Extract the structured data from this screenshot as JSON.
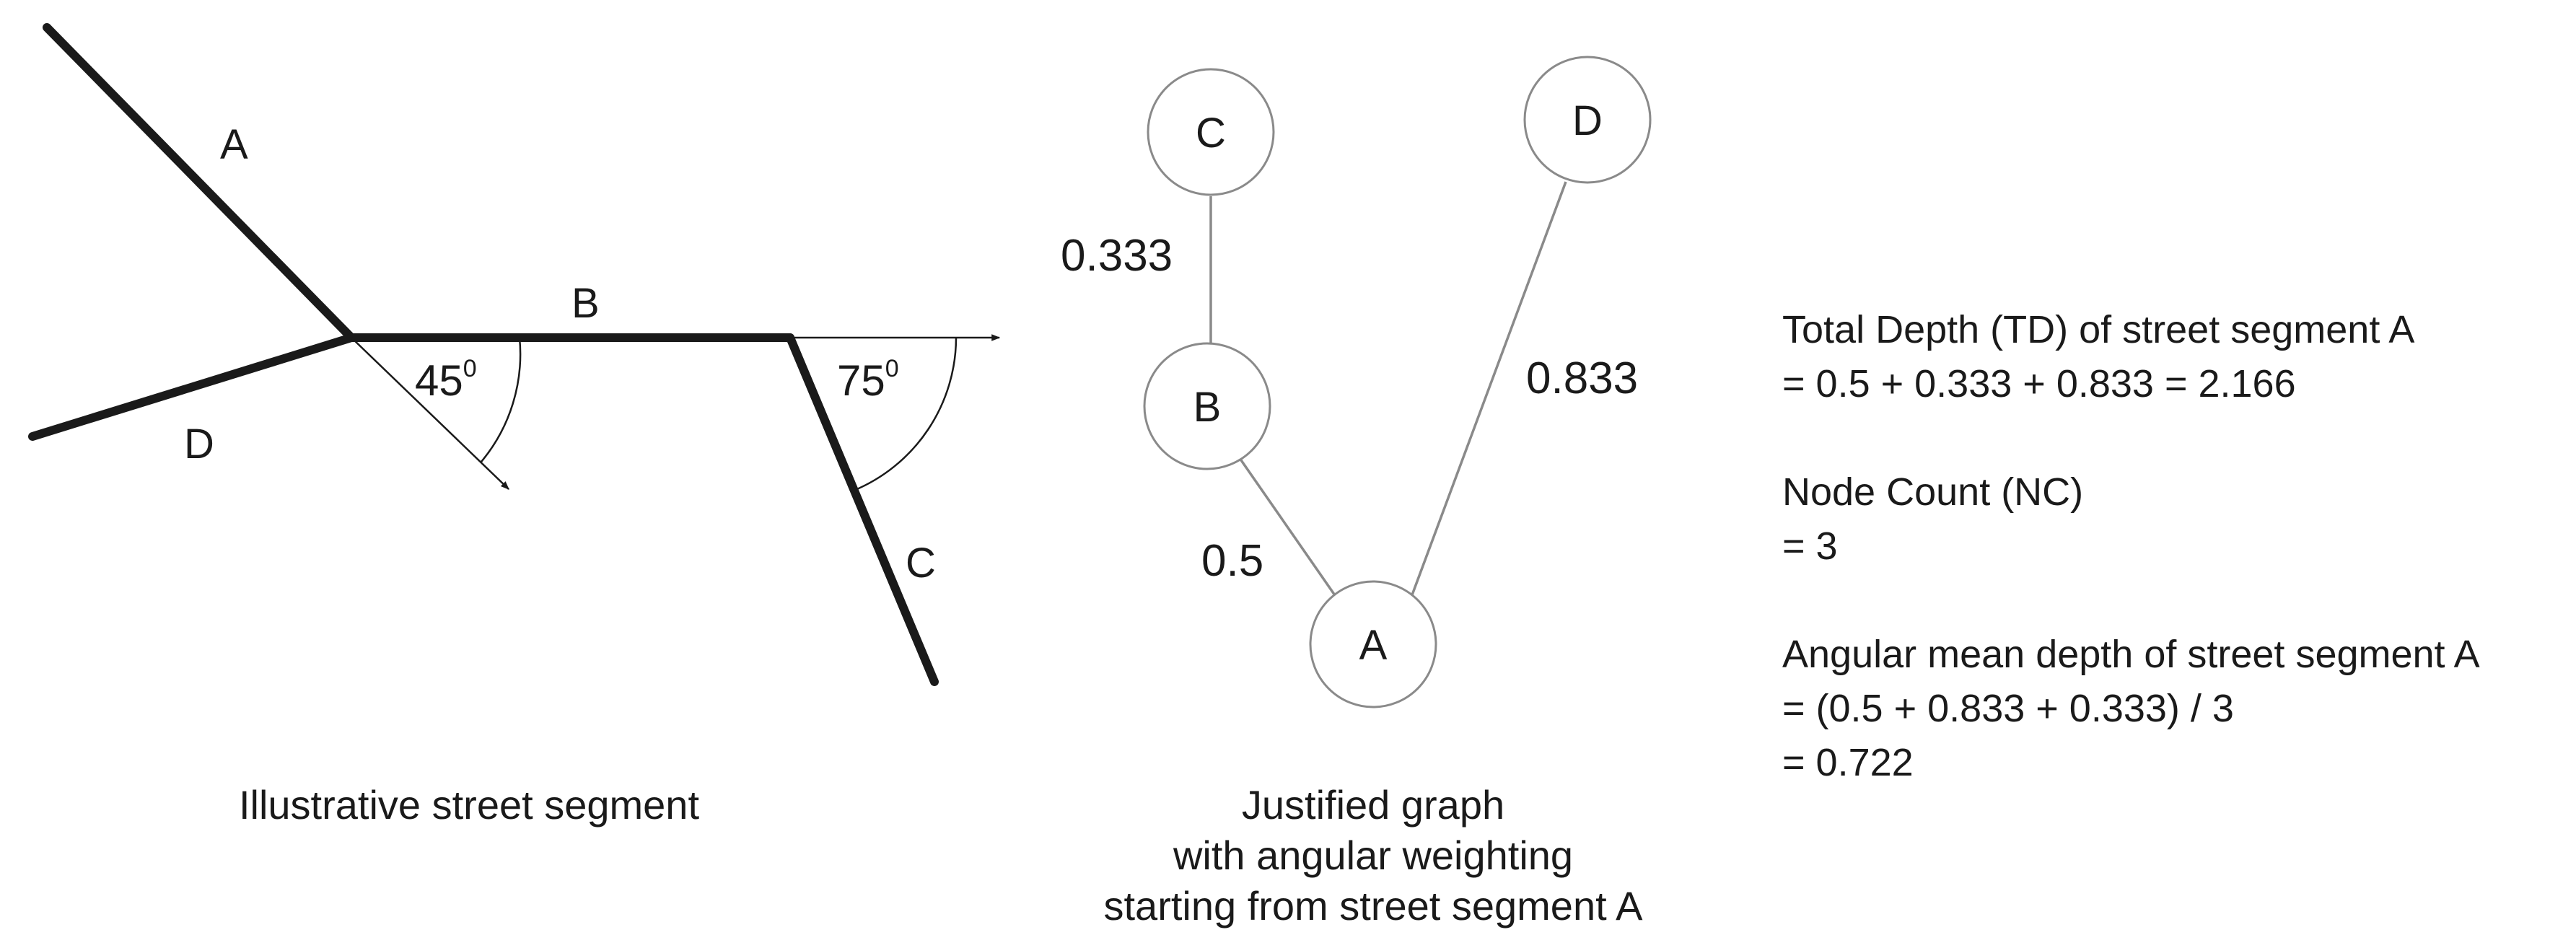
{
  "street_diagram": {
    "segment_labels": {
      "a": "A",
      "b": "B",
      "c": "C",
      "d": "D"
    },
    "angle_ab": {
      "value": "45",
      "sup": "0"
    },
    "angle_bc": {
      "value": "75",
      "sup": "0"
    },
    "caption": "Illustrative street segment"
  },
  "justified_graph": {
    "nodes": {
      "a": "A",
      "b": "B",
      "c": "C",
      "d": "D"
    },
    "weights": {
      "bc": "0.333",
      "ad": "0.833",
      "ab": "0.5"
    },
    "caption": [
      "Justified graph",
      "with angular weighting",
      "starting from street segment A"
    ]
  },
  "metrics": {
    "total_depth": {
      "title": "Total Depth (TD) of street segment A",
      "lines": [
        "= 0.5 + 0.333 + 0.833 = 2.166"
      ]
    },
    "node_count": {
      "title": "Node Count (NC)",
      "lines": [
        "= 3"
      ]
    },
    "mean_depth": {
      "title": "Angular mean depth of street segment A",
      "lines": [
        "= (0.5 + 0.833 + 0.333) / 3",
        "= 0.722"
      ]
    }
  }
}
